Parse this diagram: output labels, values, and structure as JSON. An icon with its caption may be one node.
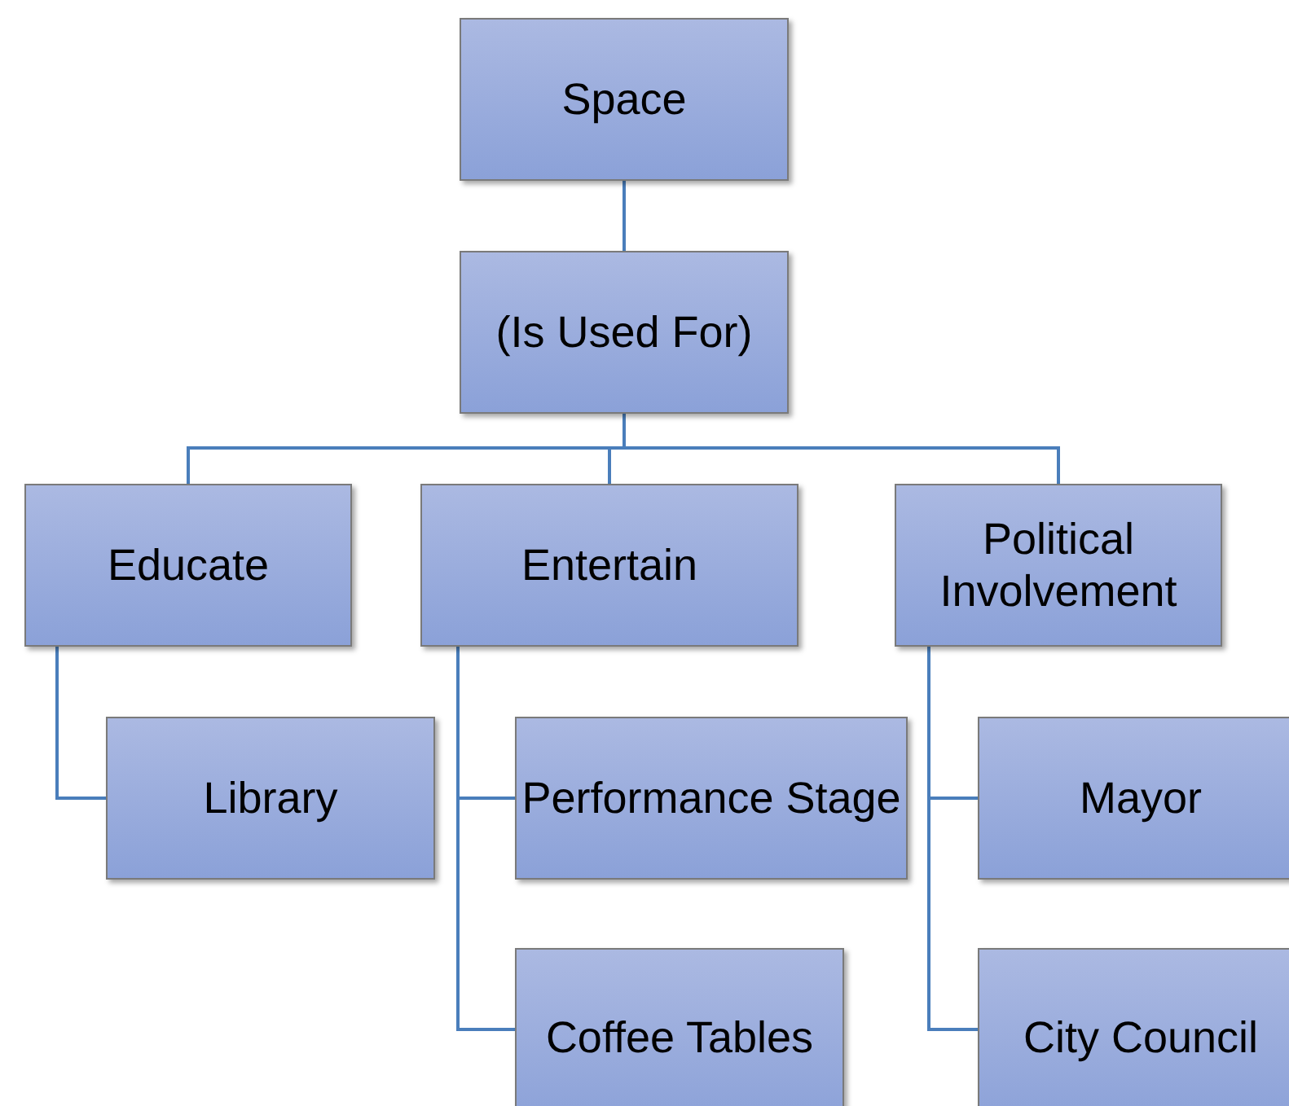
{
  "diagram": {
    "nodes": [
      {
        "text": [
          "Space"
        ]
      },
      {
        "text": [
          "(Is Used For)"
        ]
      },
      {
        "text": [
          "Educate"
        ]
      },
      {
        "text": [
          "Entertain"
        ]
      },
      {
        "text": [
          "Political Involvement"
        ]
      },
      {
        "text": [
          "Library"
        ]
      },
      {
        "text": [
          "Performance Stage"
        ]
      },
      {
        "text": [
          "Coffee Tables"
        ]
      },
      {
        "text": [
          "Mayor"
        ]
      },
      {
        "text": [
          "City Council"
        ]
      }
    ],
    "edges": [
      {
        "from": 0,
        "to": 1,
        "arrow": "none"
      },
      {
        "from": 1,
        "to": 2,
        "arrow": "none"
      },
      {
        "from": 1,
        "to": 3,
        "arrow": "none"
      },
      {
        "from": 1,
        "to": 4,
        "arrow": "none"
      },
      {
        "from": 2,
        "to": 5,
        "arrow": "none"
      },
      {
        "from": 3,
        "to": 6,
        "arrow": "none"
      },
      {
        "from": 3,
        "to": 7,
        "arrow": "none"
      },
      {
        "from": 4,
        "to": 8,
        "arrow": "none"
      },
      {
        "from": 4,
        "to": 9,
        "arrow": "none"
      }
    ]
  }
}
